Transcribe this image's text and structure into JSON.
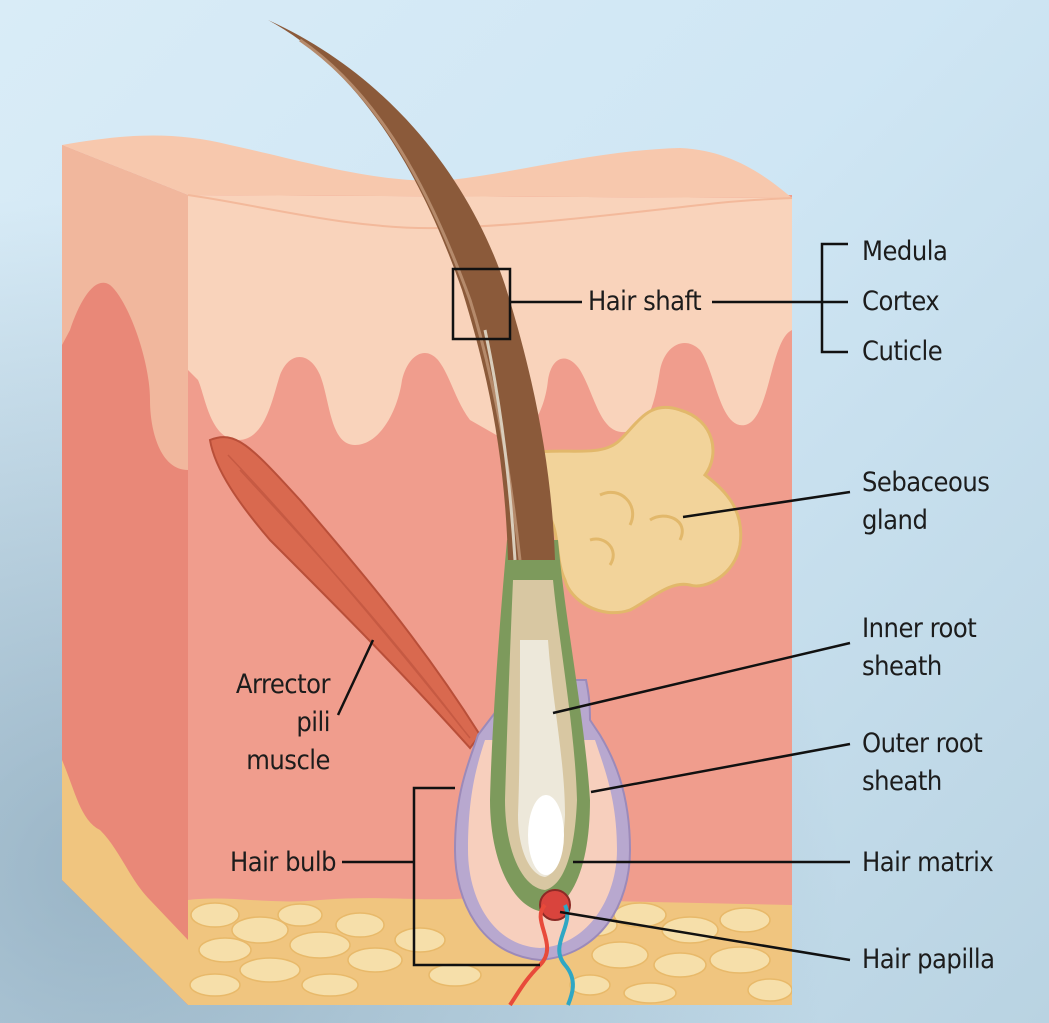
{
  "labels": {
    "hair_shaft": "Hair shaft",
    "medula": "Medula",
    "cortex": "Cortex",
    "cuticle": "Cuticle",
    "sebaceous_gland": [
      "Sebaceous",
      "gland"
    ],
    "inner_root_sheath": [
      "Inner root",
      "sheath"
    ],
    "outer_root_sheath": [
      "Outer root",
      "sheath"
    ],
    "hair_matrix": "Hair matrix",
    "hair_papilla": "Hair papilla",
    "arrector_pili_muscle": [
      "Arrector",
      "pili",
      "muscle"
    ],
    "hair_bulb": "Hair bulb"
  },
  "colors": {
    "epidermis": "#f9d3bb",
    "epidermis_side": "#f1b79d",
    "dermis": "#f09d8d",
    "dermis_side": "#e98878",
    "hypodermis": "#f4cf8a",
    "fat_cells": "#f6dfaa",
    "hair": "#8b5a3a",
    "inner_sheath": "#7d9a5c",
    "outer_sheath": "#b8a8cf",
    "muscle": "#d9694f",
    "gland": "#f2d39a",
    "leader_line": "#111111"
  }
}
